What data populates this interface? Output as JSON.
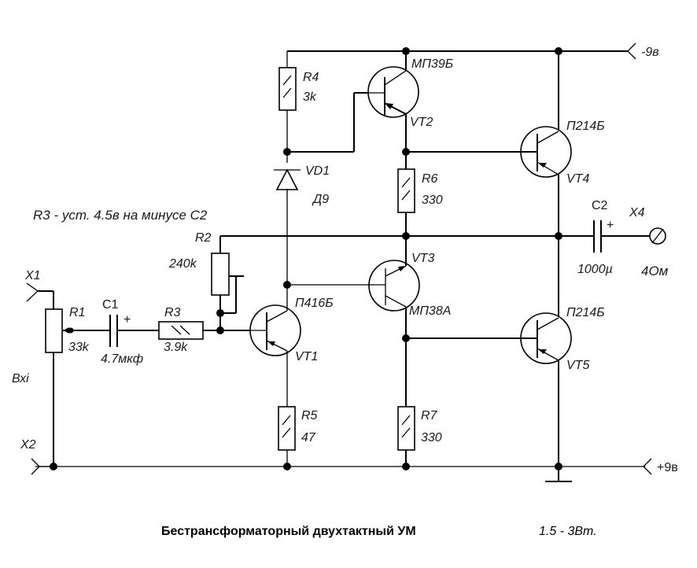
{
  "diagram": {
    "type": "electronic-schematic",
    "caption": {
      "main": "Бестрансформаторный двухтактный УМ",
      "power": "1.5 - 3Вт."
    },
    "note": "R3 - уст. 4.5в на минусе С2",
    "power_rails": {
      "negative": "-9в",
      "positive": "+9в"
    },
    "connectors": {
      "x1": "X1",
      "x2": "X2",
      "x4": "X4",
      "input_label": "Вхі",
      "load_label": "4Ом"
    },
    "resistors": [
      {
        "ref": "R1",
        "value": "33k"
      },
      {
        "ref": "R2",
        "value": "240k"
      },
      {
        "ref": "R3",
        "value": "3.9k"
      },
      {
        "ref": "R4",
        "value": "3k"
      },
      {
        "ref": "R5",
        "value": "47"
      },
      {
        "ref": "R6",
        "value": "330"
      },
      {
        "ref": "R7",
        "value": "330"
      }
    ],
    "capacitors": [
      {
        "ref": "C1",
        "value": "4.7мкф",
        "polarity": "+"
      },
      {
        "ref": "C2",
        "value": "1000µ",
        "polarity": "+"
      }
    ],
    "diodes": [
      {
        "ref": "VD1",
        "value": "Д9"
      }
    ],
    "transistors": [
      {
        "ref": "VT1",
        "model": "П416Б"
      },
      {
        "ref": "VT2",
        "model": "МП39Б"
      },
      {
        "ref": "VT3",
        "model": "МП38А"
      },
      {
        "ref": "VT4",
        "model": "П214Б"
      },
      {
        "ref": "VT5",
        "model": "П214Б"
      }
    ]
  }
}
